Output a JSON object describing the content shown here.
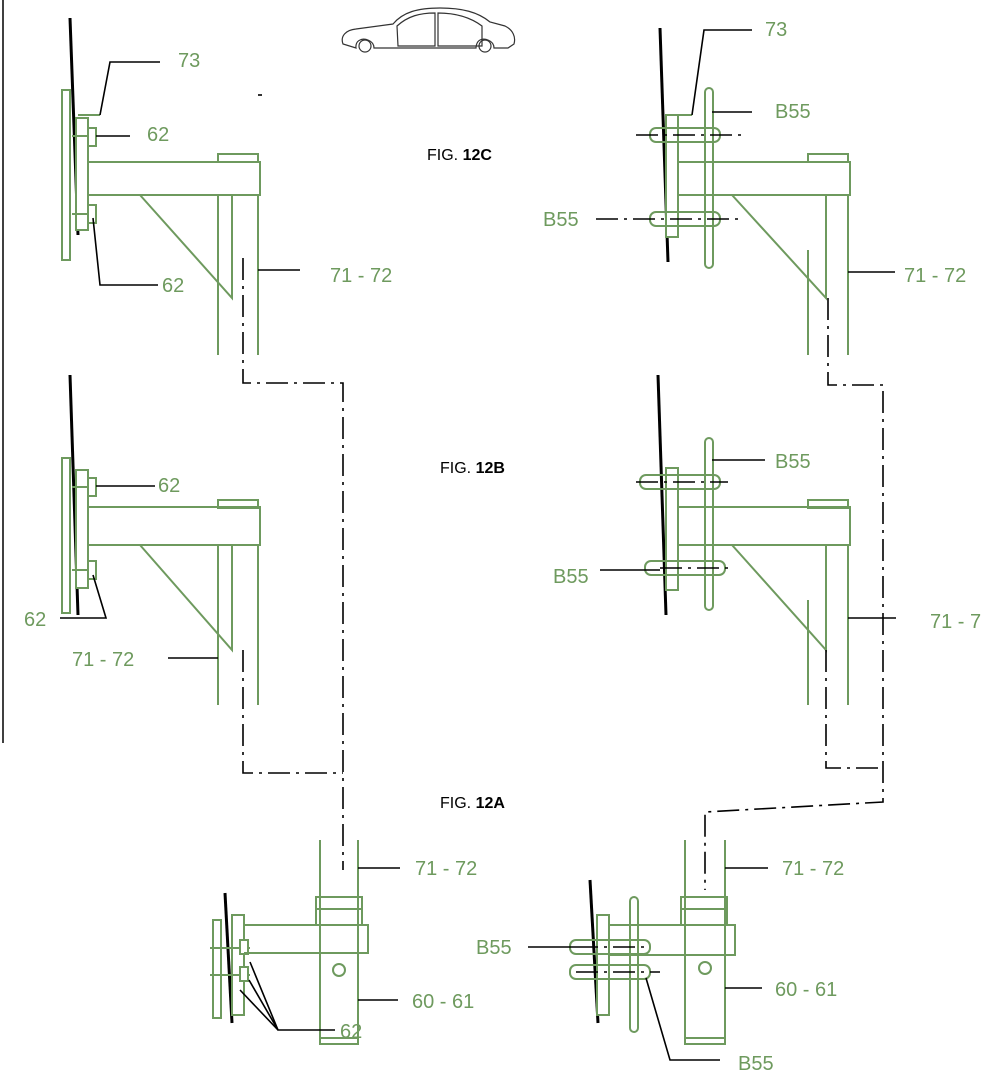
{
  "figures": {
    "fig_12c": {
      "prefix": "FIG.",
      "number": "12C"
    },
    "fig_12b": {
      "prefix": "FIG.",
      "number": "12B"
    },
    "fig_12a": {
      "prefix": "FIG.",
      "number": "12A"
    }
  },
  "labels": {
    "c_left_73": "73",
    "c_left_62_top": "62",
    "c_left_62_bottom": "62",
    "c_left_71_72": "71 - 72",
    "c_right_73": "73",
    "c_right_b55_top": "B55",
    "c_right_b55_left": "B55",
    "c_right_71_72": "71 - 72",
    "b_left_62_top": "62",
    "b_left_62_bottom": "62",
    "b_left_71_72": "71 - 72",
    "b_right_b55_top": "B55",
    "b_right_b55_left": "B55",
    "b_right_71_72": "71 - 7",
    "a_left_71_72": "71 - 72",
    "a_left_60_61": "60 - 61",
    "a_left_62": "62",
    "a_right_71_72": "71 - 72",
    "a_right_b55_left": "B55",
    "a_right_60_61": "60 - 61",
    "a_right_b55_bottom": "B55"
  },
  "icons": {
    "car": "car-silhouette-icon"
  },
  "colors": {
    "part_line": "#6e9a5e",
    "label_text": "#6e9a5e",
    "leader": "#000000"
  }
}
